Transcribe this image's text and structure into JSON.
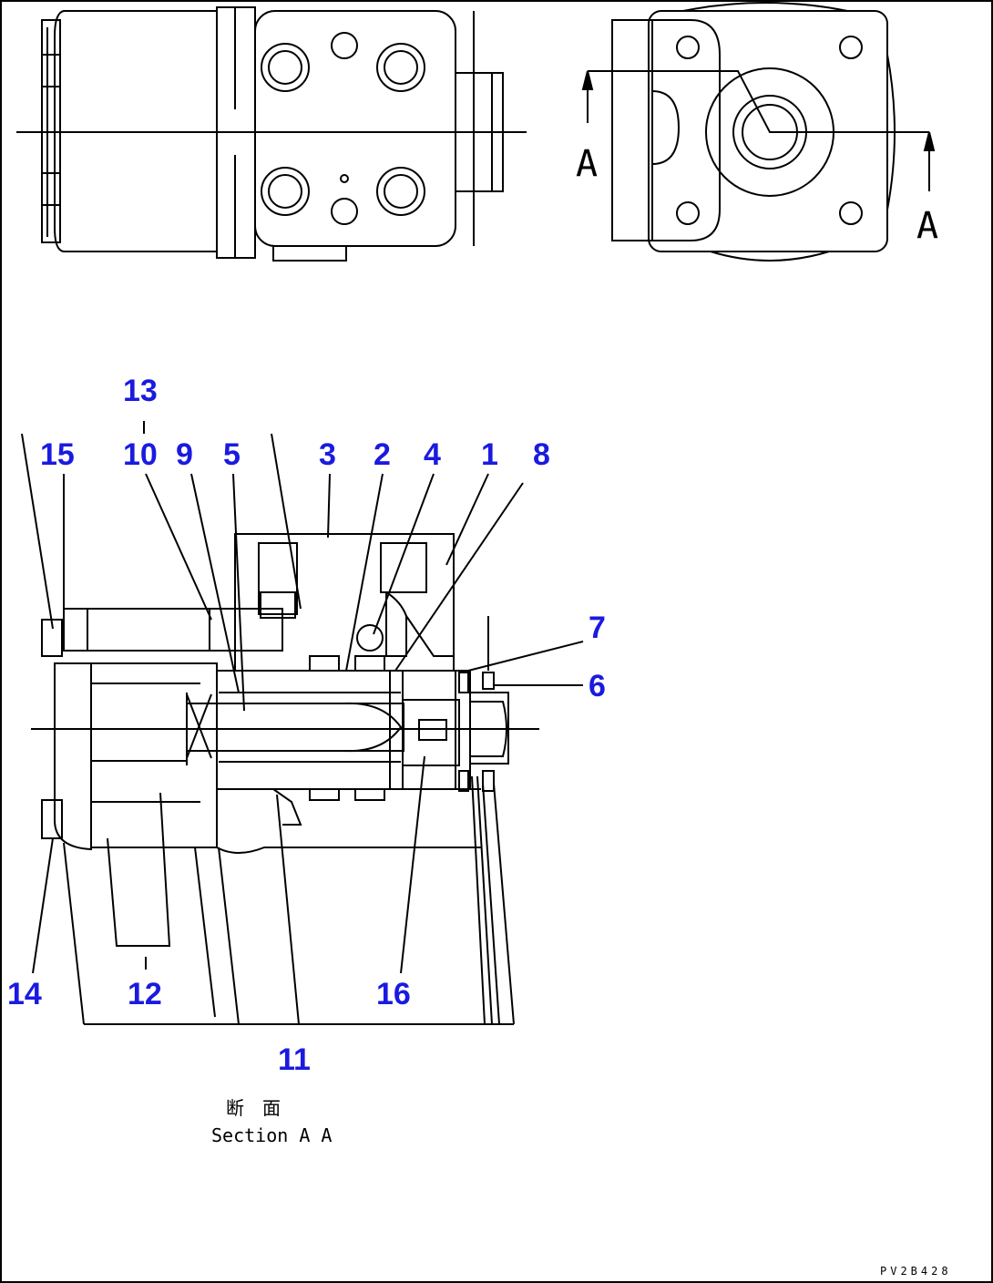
{
  "section_marks": {
    "left": "A",
    "right": "A"
  },
  "callouts": [
    "13",
    "15",
    "10",
    "9",
    "5",
    "3",
    "2",
    "4",
    "1",
    "8",
    "7",
    "6",
    "14",
    "12",
    "16",
    "11"
  ],
  "caption": {
    "jp": "断 面",
    "en": "Section A A"
  },
  "drawing_code": "PV2B428"
}
